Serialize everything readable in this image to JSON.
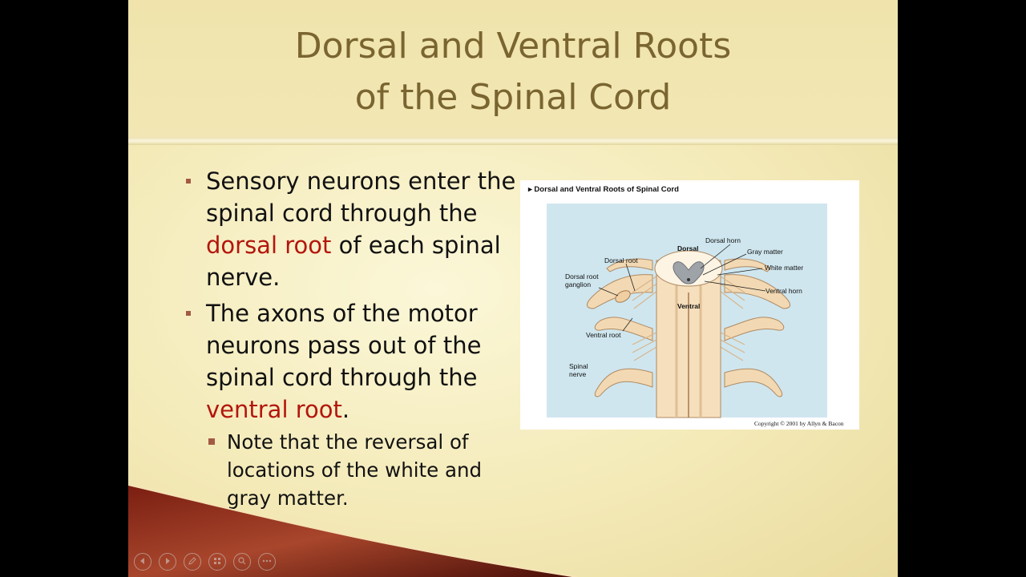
{
  "slide": {
    "title_line1": "Dorsal and Ventral Roots",
    "title_line2": "of the Spinal Cord",
    "bullets": [
      {
        "pre": "Sensory neurons enter the spinal cord through the ",
        "highlight": "dorsal root",
        "post": " of each spinal nerve."
      },
      {
        "pre": "The axons of the motor neurons pass out of the spinal cord through the ",
        "highlight": "ventral root",
        "post": "."
      }
    ],
    "sub_bullet": "Note that the reversal of locations of the white and gray matter.",
    "highlight_color": "#b3160d"
  },
  "figure": {
    "caption": "▸ Dorsal and Ventral Roots of Spinal Cord",
    "labels": {
      "dorsal": "Dorsal",
      "dorsal_horn": "Dorsal horn",
      "gray_matter": "Gray matter",
      "white_matter": "White matter",
      "ventral_horn": "Ventral horn",
      "ventral": "Ventral",
      "dorsal_root": "Dorsal root",
      "drg_line1": "Dorsal root",
      "drg_line2": "ganglion",
      "ventral_root": "Ventral root",
      "spinal_nerve_line1": "Spinal",
      "spinal_nerve_line2": "nerve"
    },
    "copyright": "Copyright © 2001 by Allyn & Bacon"
  },
  "toolbar": {
    "buttons": [
      "previous-icon",
      "next-icon",
      "pen-icon",
      "slides-icon",
      "zoom-icon",
      "more-icon"
    ]
  }
}
